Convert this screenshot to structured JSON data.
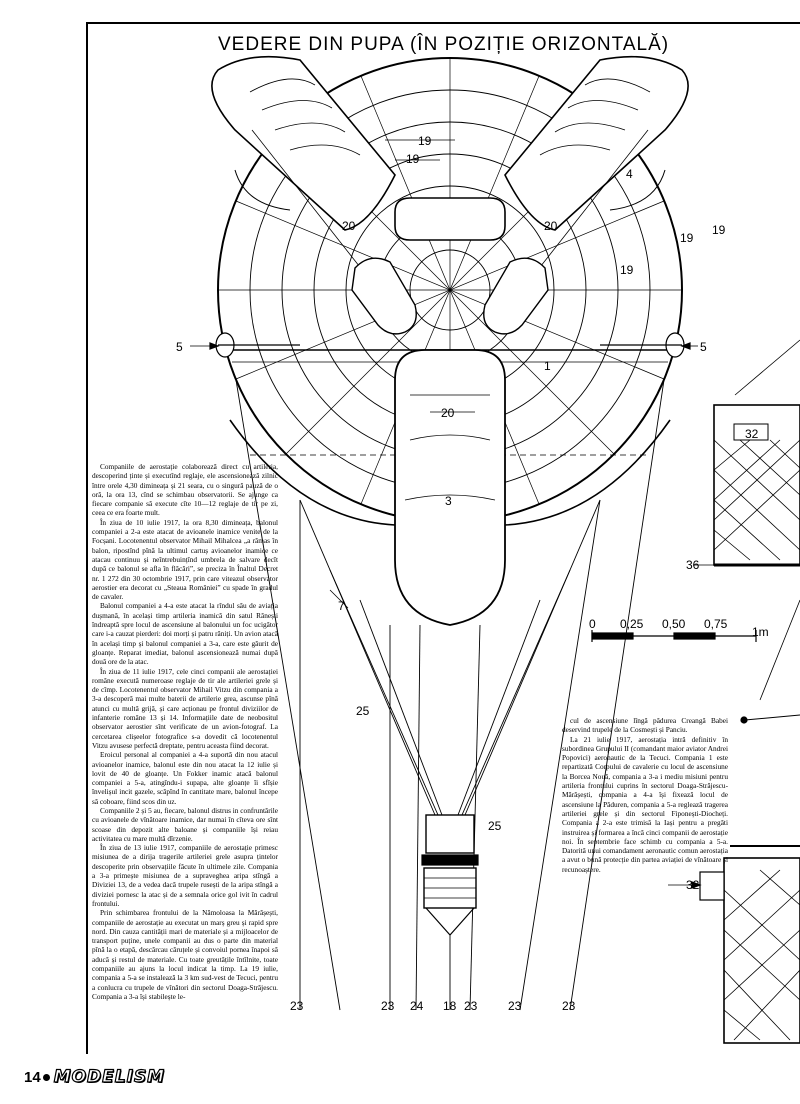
{
  "title": "VEDERE DIN PUPA (ÎN POZIȚIE ORIZONTALĂ)",
  "labels": {
    "n19a": "19",
    "n19b": "19",
    "n19c": "19",
    "n19d": "19",
    "n19e": "19",
    "n20a": "20",
    "n20b": "20",
    "n20c": "20",
    "n4": "4",
    "n1": "1",
    "n3": "3",
    "n5l": "5",
    "n5r": "5",
    "n7": "7",
    "n25a": "25",
    "n25b": "25",
    "n32a": "32",
    "n32b": "32",
    "n36": "36",
    "b23a": "23",
    "b23b": "23",
    "b24": "24",
    "b18": "18",
    "b23c": "23",
    "b23d": "23",
    "b23e": "23"
  },
  "scale": {
    "t0": "0",
    "t025": "0,25",
    "t050": "0,50",
    "t075": "0,75",
    "t1": "1m"
  },
  "text_left": [
    "Companiile de aerostație colaborează direct cu artileria, descoperind ținte și executînd reglaje, ele ascensionează zilnic între orele 4,30 dimineața și 21 seara, cu o singură pauză de o oră, la ora 13, cînd se schimbau observatorii. Se ajunge ca fiecare companie să execute cîte 10—12 reglaje de tir pe zi, ceea ce era foarte mult.",
    "În ziua de 10 iulie 1917, la ora 8,30 dimineața, balonul companiei a 2-a este atacat de avioanele inamice venite de la Focșani. Locotenentul observator Mihail Mihalcea „a rămas în balon, ripostînd pînă la ultimul cartuș avioanelor inamice ce atacau continuu și neîntrebuințînd umbrela de salvare decît după ce balonul se afla în flăcări”, se preciza în Înaltul Decret nr. 1 272 din 30 octombrie 1917, prin care viteazul observator aerostier era decorat cu „Steaua României” cu spade în gradul de cavaler.",
    "Balonul companiei a 4-a este atacat la rîndul său de aviația dușmană, în același timp artileria inamică din satul Rănești îndreaptă spre locul de ascensiune al balonului un foc ucigător care i-a cauzat pierderi: doi morți și patru răniți. Un avion atacă în același timp și balonul companiei a 3-a, care este găurit de gloanțe. Reparat imediat, balonul ascensionează numai după două ore de la atac.",
    "În ziua de 11 iulie 1917, cele cinci companii ale aerostației române execută numeroase reglaje de tir ale artileriei grele și de cîmp. Locotenentul observator Mihail Vitzu din compania a 3-a descoperă mai multe baterii de artilerie grea, ascunse pînă atunci cu multă grijă, și care acționau pe frontul diviziilor de infanterie române 13 și 14. Informațiile date de neobositul observator aerostier sînt verificate de un avion-fotograf. La cercetarea clișeelor fotografice s-a dovedit că locotenentul Vitzu avusese perfectă dreptate, pentru aceasta fiind decorat.",
    "Eroicul personal al companiei a 4-a suportă din nou atacul avioanelor inamice, balonul este din nou atacat la 12 iulie și lovit de 40 de gloanțe. Un Fokker inamic atacă balonul companiei a 5-a, atingîndu-i supapa, alte gloanțe îi sfîșie învelișul incit gazele, scăpînd în cantitate mare, balonul începe să coboare, fiind scos din uz.",
    "Companiile 2 și 5 au, fiecare, balonul distrus in confruntările cu avioanele de vînătoare inamice, dar numai în cîteva ore sînt scoase din depozit alte baloane și companiile își reiau activitatea cu mare multă dîrzenie.",
    "În ziua de 13 iulie 1917, companiile de aerostație primesc misiunea de a dirija tragerile artileriei grele asupra țintelor descoperite prin observațiile făcute în ultimele zile. Compania a 3-a primește misiunea de a supraveghea aripa stîngă a Diviziei 13, de a vedea dacă trupele rusești de la aripa stîngă a diviziei pornesc la atac și de a semnala orice gol ivit în cadrul frontului.",
    "Prin schimbarea frontului de la Nămoloasa la Mărășești, companiile de aerostație au executat un marș greu și rapid spre nord. Din cauza cantității mari de materiale și a mijloacelor de transport puține, unele companii au dus o parte din material pînă la o etapă, descărcau căruțele și convoiul pornea înapoi să aducă și restul de materiale. Cu toate greutățile întîlnite, toate companiile au ajuns la locul indicat la timp. La 19 iulie, compania a 5-a se instalează la 3 km sud-vest de Tecuci, pentru a conlucra cu trupele de vînători din sectorul Doaga-Străjescu. Compania a 3-a își stabilește le-"
  ],
  "text_right": [
    "cul de ascensiune lîngă pădurea Creangă Babei deservind trupele de la Cosmești și Panciu.",
    "La 21 iulie 1917, aerostația intră definitiv în subordinea Grupului II (comandant maior aviator Andrei Popovici) aeronautic de la Tecuci. Compania 1 este repartizată Corpului de cavalerie cu locul de ascensiune la Borcea Nouă, compania a 3-a i mediu misiuni pentru artileria frontului cuprins în sectorul Doaga-Străjescu-Mărășești, compania a 4-a își fixează locul de ascensiune la Păduren, compania a 5-a reglează tragerea artileriei grele și din sectorul Fiponești-Diocheți. Compania a 2-a este trimisă la Iași pentru a pregăti instruirea și formarea a încă cinci companii de aerostație noi. În septembrie face schimb cu compania a 5-a. Datorită unui comandament aeronautic comun aerostația a avut o bună protecție din partea aviației de vînătoare și recunoaștere."
  ],
  "footer": {
    "page": "14",
    "brand": "MODELISM"
  }
}
